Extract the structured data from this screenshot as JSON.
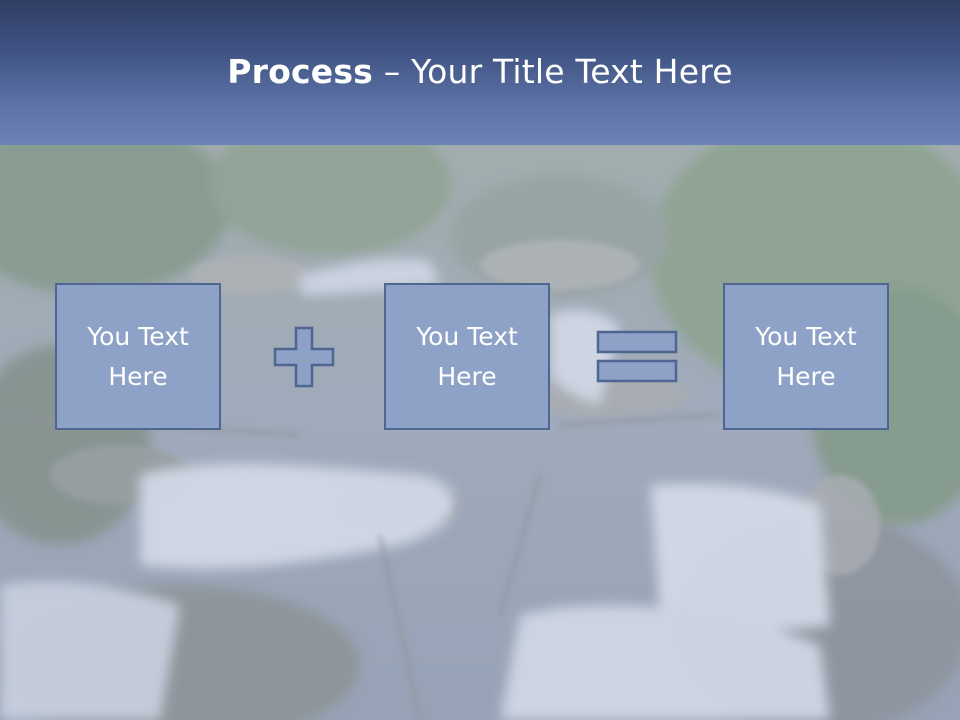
{
  "slide": {
    "title_bold": "Process",
    "title_rest": " – Your Title Text Here"
  },
  "process": {
    "boxes": [
      {
        "text": "You Text Here"
      },
      {
        "text": "You Text Here"
      },
      {
        "text": "You Text Here"
      }
    ],
    "operators": [
      "plus-icon",
      "equals-icon"
    ]
  },
  "colors": {
    "title_bar_top": "#2f3e63",
    "title_bar_bottom": "#6b82b6",
    "box_fill": "#8ea1c6",
    "box_border": "#4f6592",
    "text": "#ffffff"
  }
}
